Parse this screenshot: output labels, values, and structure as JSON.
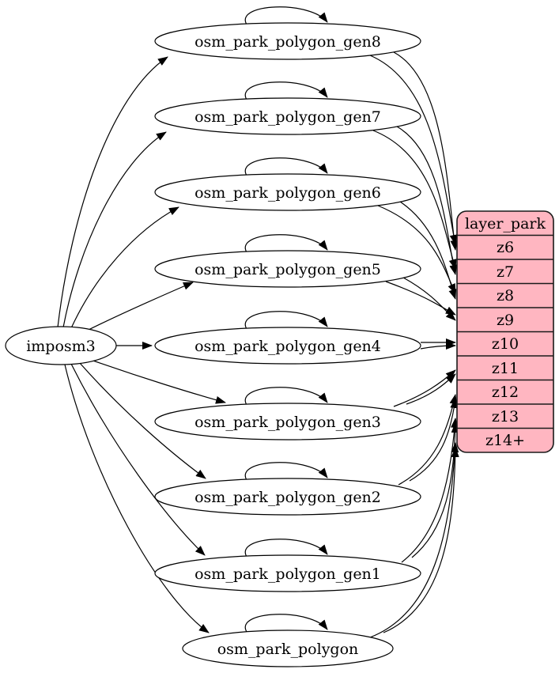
{
  "diagram": {
    "kind": "etl-graph",
    "source": {
      "label": "imposm3"
    },
    "tables": [
      {
        "label": "osm_park_polygon_gen8",
        "maps_to": "z6",
        "self_loop": true,
        "edges_to_row": 2
      },
      {
        "label": "osm_park_polygon_gen7",
        "maps_to": "z7",
        "self_loop": true,
        "edges_to_row": 2
      },
      {
        "label": "osm_park_polygon_gen6",
        "maps_to": "z8",
        "self_loop": true,
        "edges_to_row": 2
      },
      {
        "label": "osm_park_polygon_gen5",
        "maps_to": "z9",
        "self_loop": true,
        "edges_to_row": 2
      },
      {
        "label": "osm_park_polygon_gen4",
        "maps_to": "z10",
        "self_loop": true,
        "edges_to_row": 2
      },
      {
        "label": "osm_park_polygon_gen3",
        "maps_to": "z11",
        "self_loop": true,
        "edges_to_row": 2
      },
      {
        "label": "osm_park_polygon_gen2",
        "maps_to": "z12",
        "self_loop": true,
        "edges_to_row": 2
      },
      {
        "label": "osm_park_polygon_gen1",
        "maps_to": "z13",
        "self_loop": true,
        "edges_to_row": 2
      },
      {
        "label": "osm_park_polygon",
        "maps_to": "z14+",
        "self_loop": true,
        "edges_to_row": 2
      }
    ],
    "layer_table": {
      "title": "layer_park",
      "rows": [
        "z6",
        "z7",
        "z8",
        "z9",
        "z10",
        "z11",
        "z12",
        "z13",
        "z14+"
      ],
      "fill": "#ffb6c1"
    },
    "colors": {
      "node_fill": "#ffffff",
      "stroke": "#000000",
      "table_fill": "#ffb6c1",
      "text": "#000000"
    }
  }
}
